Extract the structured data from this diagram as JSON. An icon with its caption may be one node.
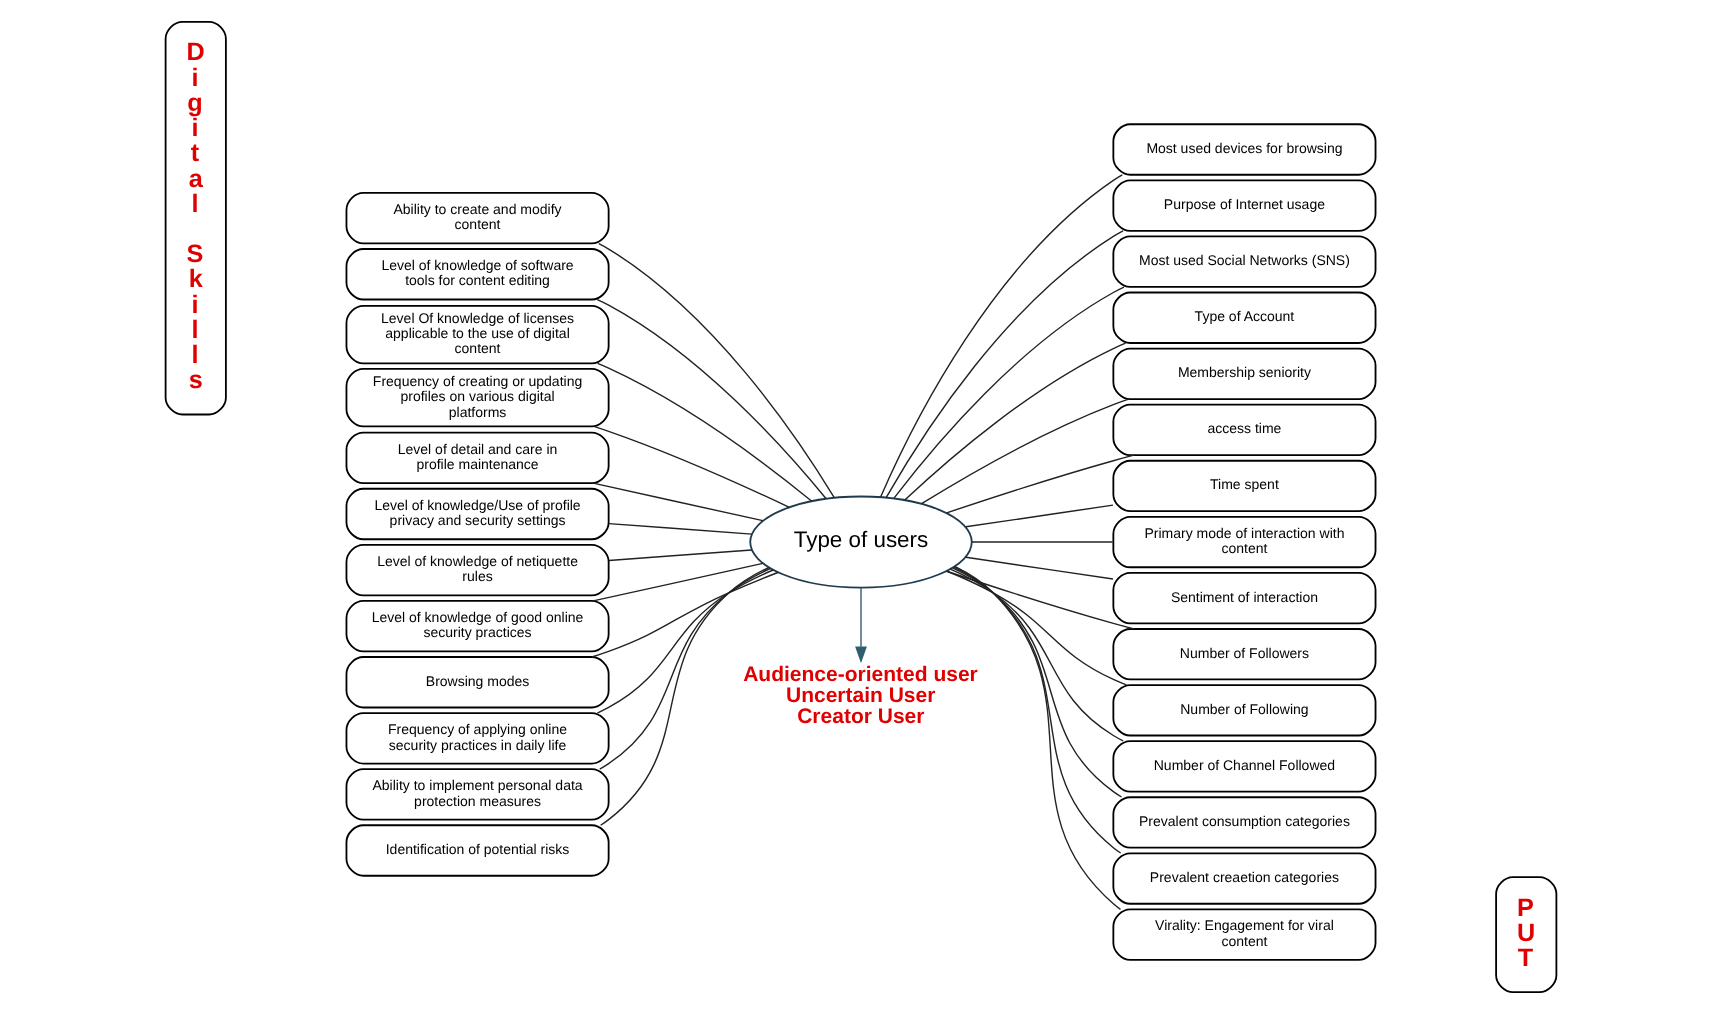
{
  "diagram": {
    "nodes": [
      {
        "text": [
          "Digital Skills"
        ]
      },
      {
        "text": [
          "Ability to create and modify content"
        ]
      },
      {
        "text": [
          "Level of knowledge of software tools for content editing"
        ]
      },
      {
        "text": [
          "Level Of knowledge of licenses applicable to the use of digital content"
        ]
      },
      {
        "text": [
          "Frequency of creating or updating profiles on various digital platforms"
        ]
      },
      {
        "text": [
          "Level of detail and care in profile maintenance"
        ]
      },
      {
        "text": [
          "Level of knowledge/Use of profile privacy and security settings"
        ]
      },
      {
        "text": [
          "Level of knowledge of netiquette rules"
        ]
      },
      {
        "text": [
          "Level of knowledge of good online security practices"
        ]
      },
      {
        "text": [
          "Browsing modes"
        ]
      },
      {
        "text": [
          "Frequency of applying online security practices in daily life"
        ]
      },
      {
        "text": [
          "Ability to implement personal data protection measures"
        ]
      },
      {
        "text": [
          "Identification of potential risks"
        ]
      },
      {
        "text": [
          "Type of users"
        ]
      },
      {
        "text": [
          "Audience-oriented user",
          "Uncertain User",
          "Creator User"
        ]
      },
      {
        "text": [
          "Most used devices for browsing"
        ]
      },
      {
        "text": [
          "Purpose of Internet usage"
        ]
      },
      {
        "text": [
          "Most used Social Networks (SNS)"
        ]
      },
      {
        "text": [
          "Type of Account"
        ]
      },
      {
        "text": [
          "Membership seniority"
        ]
      },
      {
        "text": [
          "access time"
        ]
      },
      {
        "text": [
          "Time spent"
        ]
      },
      {
        "text": [
          "Primary mode of interaction with content"
        ]
      },
      {
        "text": [
          "Sentiment of interaction"
        ]
      },
      {
        "text": [
          "Number of Followers"
        ]
      },
      {
        "text": [
          "Number of Following"
        ]
      },
      {
        "text": [
          "Number of Channel Followed"
        ]
      },
      {
        "text": [
          "Prevalent consumption categories"
        ]
      },
      {
        "text": [
          "Prevalent creaetion categories"
        ]
      },
      {
        "text": [
          "Virality: Engagement for viral content"
        ]
      },
      {
        "text": [
          "PUT"
        ]
      }
    ],
    "edges": [
      {
        "from": 1,
        "to": 13,
        "arrow": "none"
      },
      {
        "from": 2,
        "to": 13,
        "arrow": "none"
      },
      {
        "from": 3,
        "to": 13,
        "arrow": "none"
      },
      {
        "from": 4,
        "to": 13,
        "arrow": "none"
      },
      {
        "from": 5,
        "to": 13,
        "arrow": "none"
      },
      {
        "from": 6,
        "to": 13,
        "arrow": "none"
      },
      {
        "from": 7,
        "to": 13,
        "arrow": "none"
      },
      {
        "from": 8,
        "to": 13,
        "arrow": "none"
      },
      {
        "from": 9,
        "to": 13,
        "arrow": "none"
      },
      {
        "from": 10,
        "to": 13,
        "arrow": "none"
      },
      {
        "from": 11,
        "to": 13,
        "arrow": "none"
      },
      {
        "from": 12,
        "to": 13,
        "arrow": "none"
      },
      {
        "from": 13,
        "to": 14,
        "arrow": "to"
      },
      {
        "from": 13,
        "to": 15,
        "arrow": "none"
      },
      {
        "from": 13,
        "to": 16,
        "arrow": "none"
      },
      {
        "from": 13,
        "to": 17,
        "arrow": "none"
      },
      {
        "from": 13,
        "to": 18,
        "arrow": "none"
      },
      {
        "from": 13,
        "to": 19,
        "arrow": "none"
      },
      {
        "from": 13,
        "to": 20,
        "arrow": "none"
      },
      {
        "from": 13,
        "to": 21,
        "arrow": "none"
      },
      {
        "from": 13,
        "to": 22,
        "arrow": "none"
      },
      {
        "from": 13,
        "to": 23,
        "arrow": "none"
      },
      {
        "from": 13,
        "to": 24,
        "arrow": "none"
      },
      {
        "from": 13,
        "to": 25,
        "arrow": "none"
      },
      {
        "from": 13,
        "to": 26,
        "arrow": "none"
      },
      {
        "from": 13,
        "to": 27,
        "arrow": "none"
      },
      {
        "from": 13,
        "to": 28,
        "arrow": "none"
      },
      {
        "from": 13,
        "to": 29,
        "arrow": "none"
      }
    ]
  }
}
